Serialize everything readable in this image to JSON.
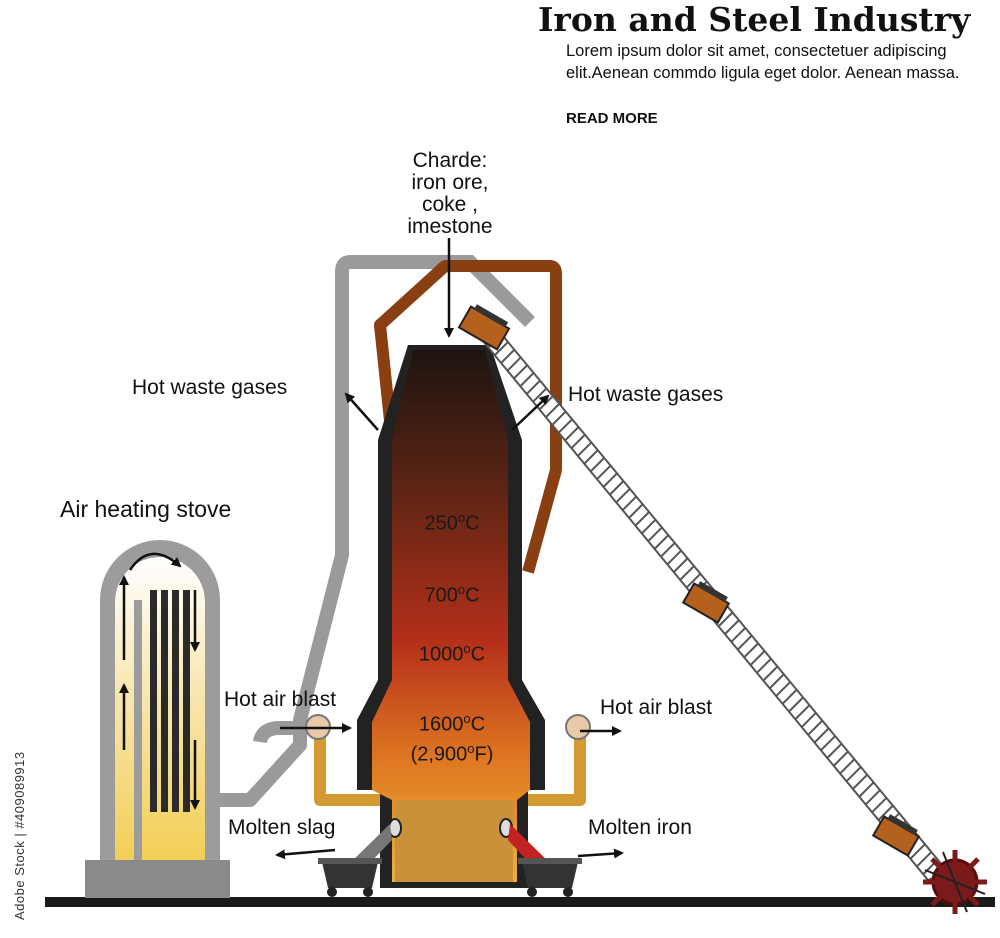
{
  "header": {
    "title": "Iron and Steel Industry",
    "description": "Lorem ipsum dolor sit amet, consectetuer adipiscing elit.Aenean commdo ligula eget dolor. Aenean massa.",
    "read_more": "READ MORE"
  },
  "labels": {
    "charge_line1": "Charde:",
    "charge_line2": "iron ore,",
    "charge_line3": "coke ,",
    "charge_line4": "imestone",
    "hot_waste_left": "Hot waste gases",
    "hot_waste_right": "Hot waste gases",
    "air_heating_stove": "Air heating stove",
    "hot_air_blast_left": "Hot air blast",
    "hot_air_blast_right": "Hot air blast",
    "molten_slag": "Molten slag",
    "molten_iron": "Molten iron"
  },
  "temperatures": {
    "t1": "250",
    "t2": "700",
    "t3": "1000",
    "t4": "1600",
    "t4_f": "(2,900",
    "deg": "o",
    "c": "C",
    "f_close": "F)"
  },
  "stock": {
    "text": "Adobe Stock | #409089913"
  },
  "colors": {
    "furnace_shell": "#222222",
    "furnace_top": "#2a1a12",
    "furnace_mid": "#b5301a",
    "furnace_bottom": "#e0a23a",
    "hearth": "#c9923a",
    "pipe_gray": "#9a9a9a",
    "pipe_brown": "#8a3f12",
    "tuyere_pipe": "#d49a32",
    "stove_inner": "#f2d36a",
    "ground": "#1a1a1a",
    "wheel": "#8a1a1a"
  }
}
